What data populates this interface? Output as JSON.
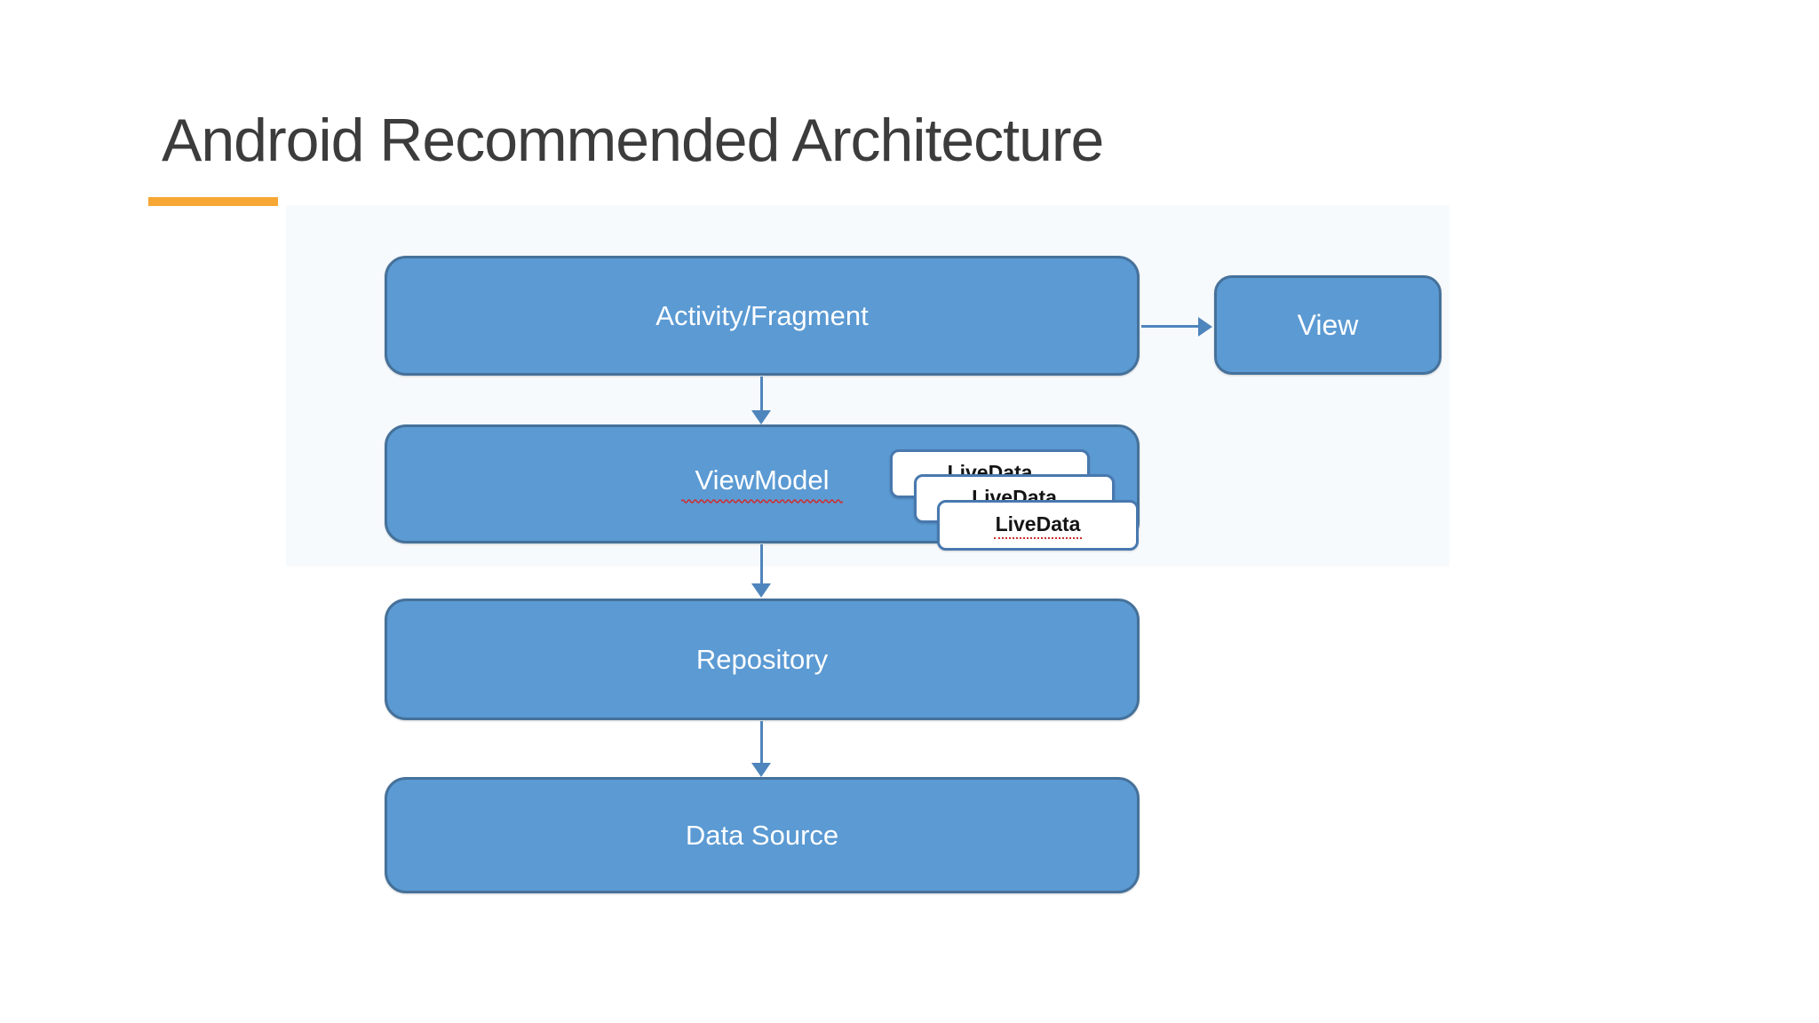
{
  "slide": {
    "title": "Android Recommended Architecture"
  },
  "diagram": {
    "nodes": {
      "activity_fragment": {
        "label": "Activity/Fragment"
      },
      "view": {
        "label": "View"
      },
      "viewmodel": {
        "label": "ViewModel",
        "spellcheck_underline": true
      },
      "livedata_back": {
        "label": "LiveData"
      },
      "livedata_middle": {
        "label": "LiveData"
      },
      "livedata_front": {
        "label": "LiveData"
      },
      "repository": {
        "label": "Repository"
      },
      "data_source": {
        "label": "Data Source"
      }
    },
    "arrows": [
      {
        "from": "activity_fragment",
        "to": "view",
        "direction": "right"
      },
      {
        "from": "activity_fragment",
        "to": "viewmodel",
        "direction": "down"
      },
      {
        "from": "viewmodel",
        "to": "repository",
        "direction": "down"
      },
      {
        "from": "repository",
        "to": "data_source",
        "direction": "down"
      }
    ]
  },
  "colors": {
    "accent_orange": "#f7a733",
    "node_fill": "#5b9ad3",
    "node_border": "#45719a",
    "arrow_color": "#4f85bd",
    "livedata_border": "#4878ae",
    "spell_red": "#cf2e2e",
    "title_text": "#3c3c3c"
  }
}
